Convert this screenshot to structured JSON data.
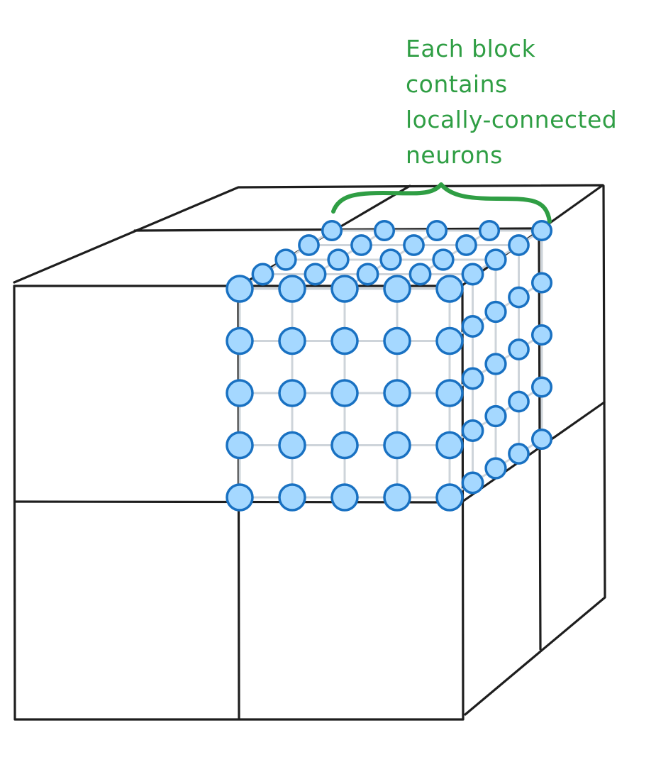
{
  "annotation": {
    "lines": [
      "Each block",
      "contains",
      "locally-connected",
      "neurons"
    ]
  },
  "structure": {
    "outer_cube_blocks_per_side": 2,
    "neuron_grid": [
      5,
      5,
      5
    ],
    "neuron_icon": "circle-node-icon"
  },
  "colors": {
    "annotation": "#2f9e44",
    "brace": "#2f9e44",
    "cube_edges": "#1e1e1e",
    "neuron_fill": "#a5d8ff",
    "neuron_stroke": "#1971c2",
    "connections": "#ced4da",
    "background": "#ffffff"
  }
}
